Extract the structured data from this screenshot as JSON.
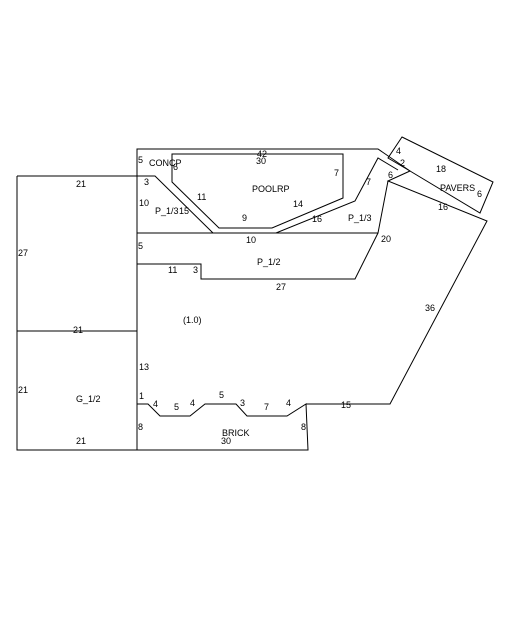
{
  "areas": {
    "main": "(1.0)",
    "garage": "G_1/2",
    "brick": "BRICK",
    "concp": "CONCP",
    "poolrp": "POOLRP",
    "p13_left": "P_1/3",
    "p13_right": "P_1/3",
    "p12": "P_1/2",
    "pavers": "PAVERS"
  },
  "dims": {
    "main_top_left": "21",
    "main_left": "27",
    "main_bottom_right": "36",
    "main_right_step": "15",
    "garage_top": "21",
    "garage_left": "21",
    "garage_bottom": "21",
    "garage_right": "13",
    "brick_left": "8",
    "brick_top_a": "1",
    "brick_top_b": "4",
    "brick_top_c": "5",
    "brick_top_d": "4",
    "brick_top_e": "5",
    "brick_top_f": "3",
    "brick_top_g": "7",
    "brick_top_h": "4",
    "brick_right": "8",
    "brick_bottom": "30",
    "concp_left": "5",
    "concp_top": "42",
    "concp_corner": "3",
    "concp_side": "10",
    "concp_diag": "15",
    "concp_lower_left": "5",
    "concp_inner": "10",
    "pool_top": "30",
    "pool_left": "6",
    "pool_diag_left": "11",
    "pool_bottom": "9",
    "pool_diag_right": "14",
    "pool_right": "7",
    "p13_right_top": "7",
    "p13_right_diag": "16",
    "p13_right_side": "20",
    "p12_left": "11",
    "p12_step": "3",
    "p12_bottom": "27",
    "pavers_top": "4",
    "pavers_left": "2",
    "pavers_inner": "6",
    "pavers_length": "18",
    "pavers_right": "6",
    "pavers_bottom": "16"
  }
}
